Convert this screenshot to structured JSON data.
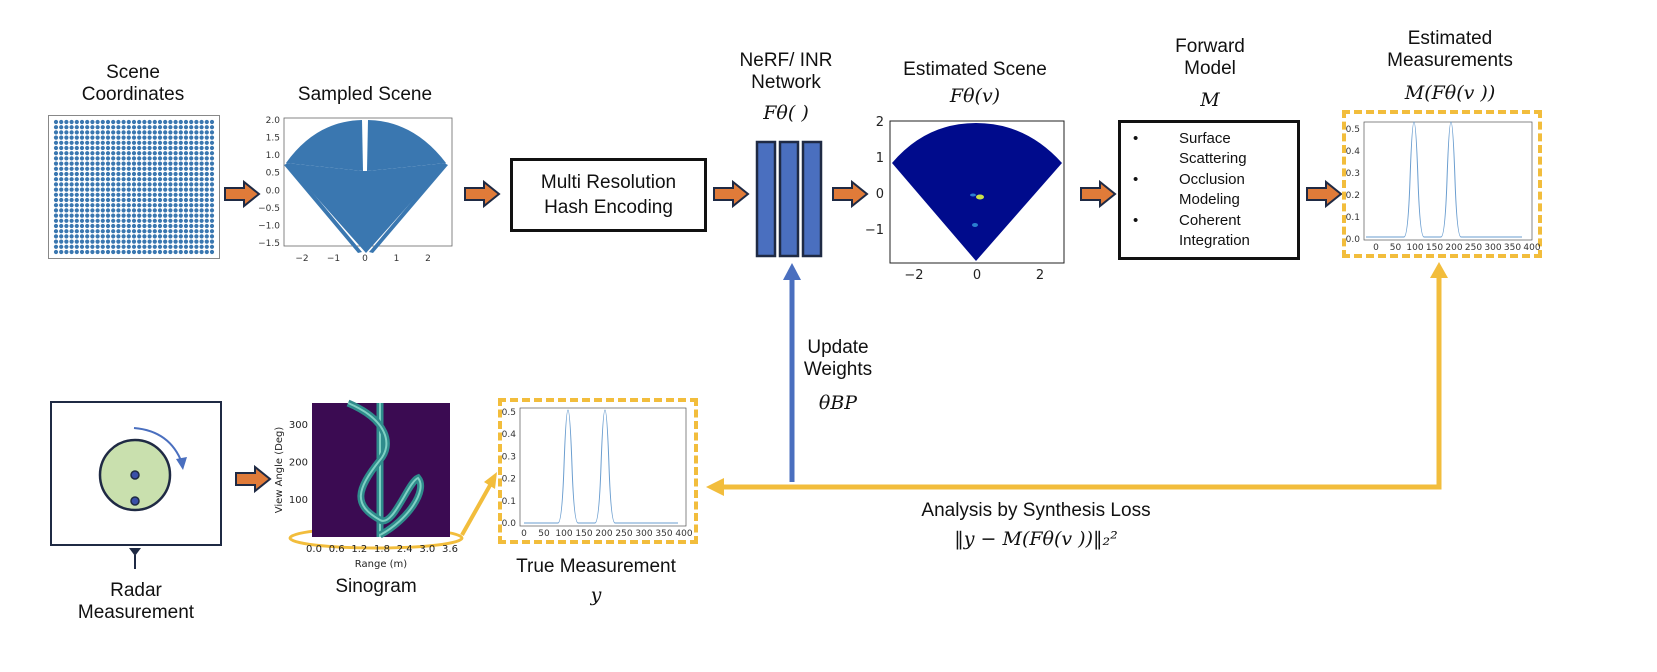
{
  "colors": {
    "block_arrow": "#E07B39",
    "network_blue": "#4A6FBF",
    "yellow": "#F2BD3C",
    "plot_blue": "#3A77B0",
    "scene_navy": "#000B8C",
    "sinogram_bg": "#3B0B52",
    "radar_fill": "#C9E0AE"
  },
  "labels": {
    "scene_coordinates": "Scene Coordinates",
    "sampled_scene": "Sampled Scene",
    "hash_encoding": "Multi Resolution Hash Encoding",
    "nerf_title": "NeRF/ INR Network",
    "nerf_math": "Fθ( )",
    "estimated_scene": "Estimated Scene",
    "estimated_scene_math": "Fθ(v)",
    "forward_model": "Forward Model",
    "forward_model_math": "M",
    "estimated_measurements": "Estimated Measurements",
    "estimated_measurements_math": "M(Fθ(v ))",
    "update_weights": "Update Weights",
    "update_weights_math": "θBP",
    "loss_title": "Analysis by Synthesis Loss",
    "loss_math": "‖y − M(Fθ(v ))‖₂²",
    "radar_measurement": "Radar Measurement",
    "sinogram": "Sinogram",
    "true_measurement": "True Measurement",
    "true_measurement_math": "y"
  },
  "forward_model_items": [
    "Surface Scattering",
    "Occlusion Modeling",
    "Coherent Integration"
  ],
  "axes": {
    "sampled_x_ticks": [
      "−2",
      "−1",
      "0",
      "1",
      "2"
    ],
    "sampled_y_ticks": [
      "2.0",
      "1.5",
      "1.0",
      "0.5",
      "0.0",
      "−0.5",
      "−1.0",
      "−1.5"
    ],
    "est_x_ticks": [
      "−2",
      "0",
      "2"
    ],
    "est_y_ticks": [
      "2",
      "1",
      "0",
      "−1"
    ],
    "meas_x_ticks": [
      "0",
      "50",
      "100",
      "150",
      "200",
      "250",
      "300",
      "350",
      "400"
    ],
    "meas_y_ticks": [
      "0.5",
      "0.4",
      "0.3",
      "0.2",
      "0.1",
      "0.0"
    ],
    "sino_x_ticks": [
      "0.0",
      "0.6",
      "1.2",
      "1.8",
      "2.4",
      "3.0",
      "3.6"
    ],
    "sino_y_ticks": [
      "300",
      "200",
      "100"
    ],
    "sino_xlabel": "Range (m)",
    "sino_ylabel": "View Angle (Deg)"
  }
}
